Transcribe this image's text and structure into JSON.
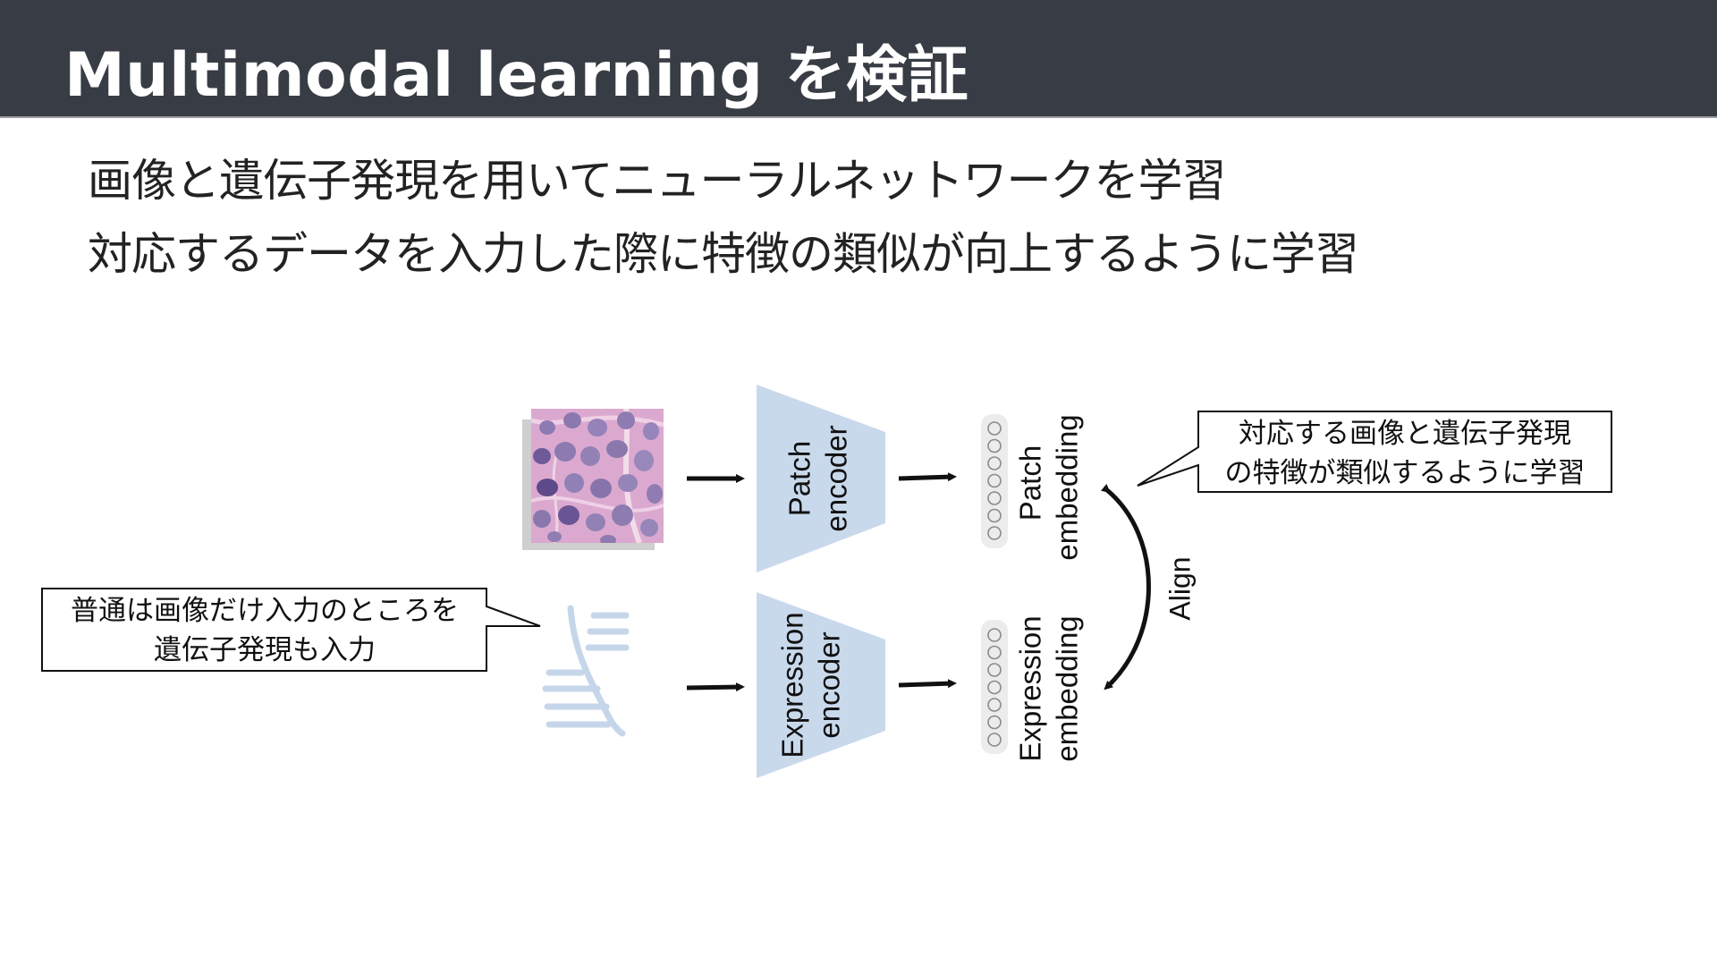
{
  "title": "Multimodal learning を検証",
  "body_lines": [
    "画像と遺伝子発現を用いてニューラルネットワークを学習",
    "対応するデータを入力した際に特徴の類似が向上するように学習"
  ],
  "diagram": {
    "patch_encoder_label": [
      "Patch",
      "encoder"
    ],
    "expression_encoder_label": [
      "Expression",
      "encoder"
    ],
    "patch_embedding_label": [
      "Patch",
      "embedding"
    ],
    "expression_embedding_label": [
      "Expression",
      "embedding"
    ],
    "align_label": "Align"
  },
  "callouts": {
    "right": [
      "対応する画像と遺伝子発現",
      "の特徴が類似するように学習"
    ],
    "left": [
      "普通は画像だけ入力のところを",
      "遺伝子発現も入力"
    ]
  },
  "colors": {
    "title_bar": "#383c44",
    "encoder_fill": "#c9d9ec",
    "dna_icon": "#c6d6ea",
    "tissue_base": "#d8a6cc",
    "nucleus": "#7d6aa6"
  },
  "icons": [
    "tissue-patch-image",
    "dna-strand-icon"
  ]
}
